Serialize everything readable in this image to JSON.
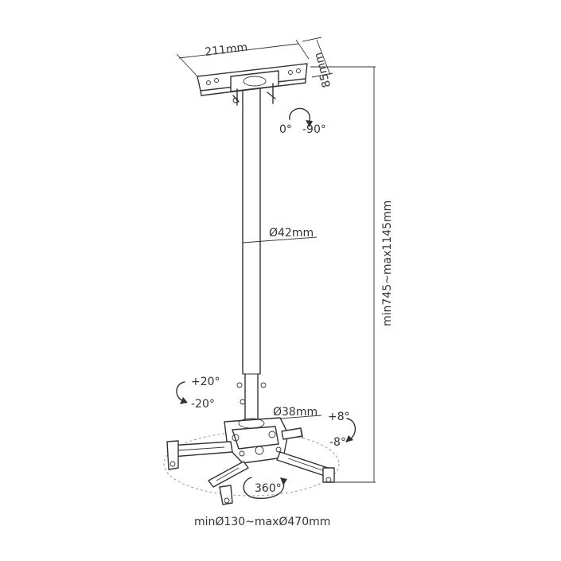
{
  "labels": {
    "plate_width": "211mm",
    "plate_depth": "85mm",
    "tilt_zero": "0°",
    "tilt_minus90": "-90°",
    "pole_diameter": "Ø42mm",
    "height_range": "min745~max1145mm",
    "tilt_plus20": "+20°",
    "tilt_minus20": "-20°",
    "inner_pole_diameter": "Ø38mm",
    "swivel_plus8": "+8°",
    "swivel_minus8": "-8°",
    "rotation": "360°",
    "arm_span": "minØ130~maxØ470mm"
  },
  "colors": {
    "line": "#333333",
    "dashed_guide": "#9a9a9a",
    "background": "#ffffff"
  }
}
